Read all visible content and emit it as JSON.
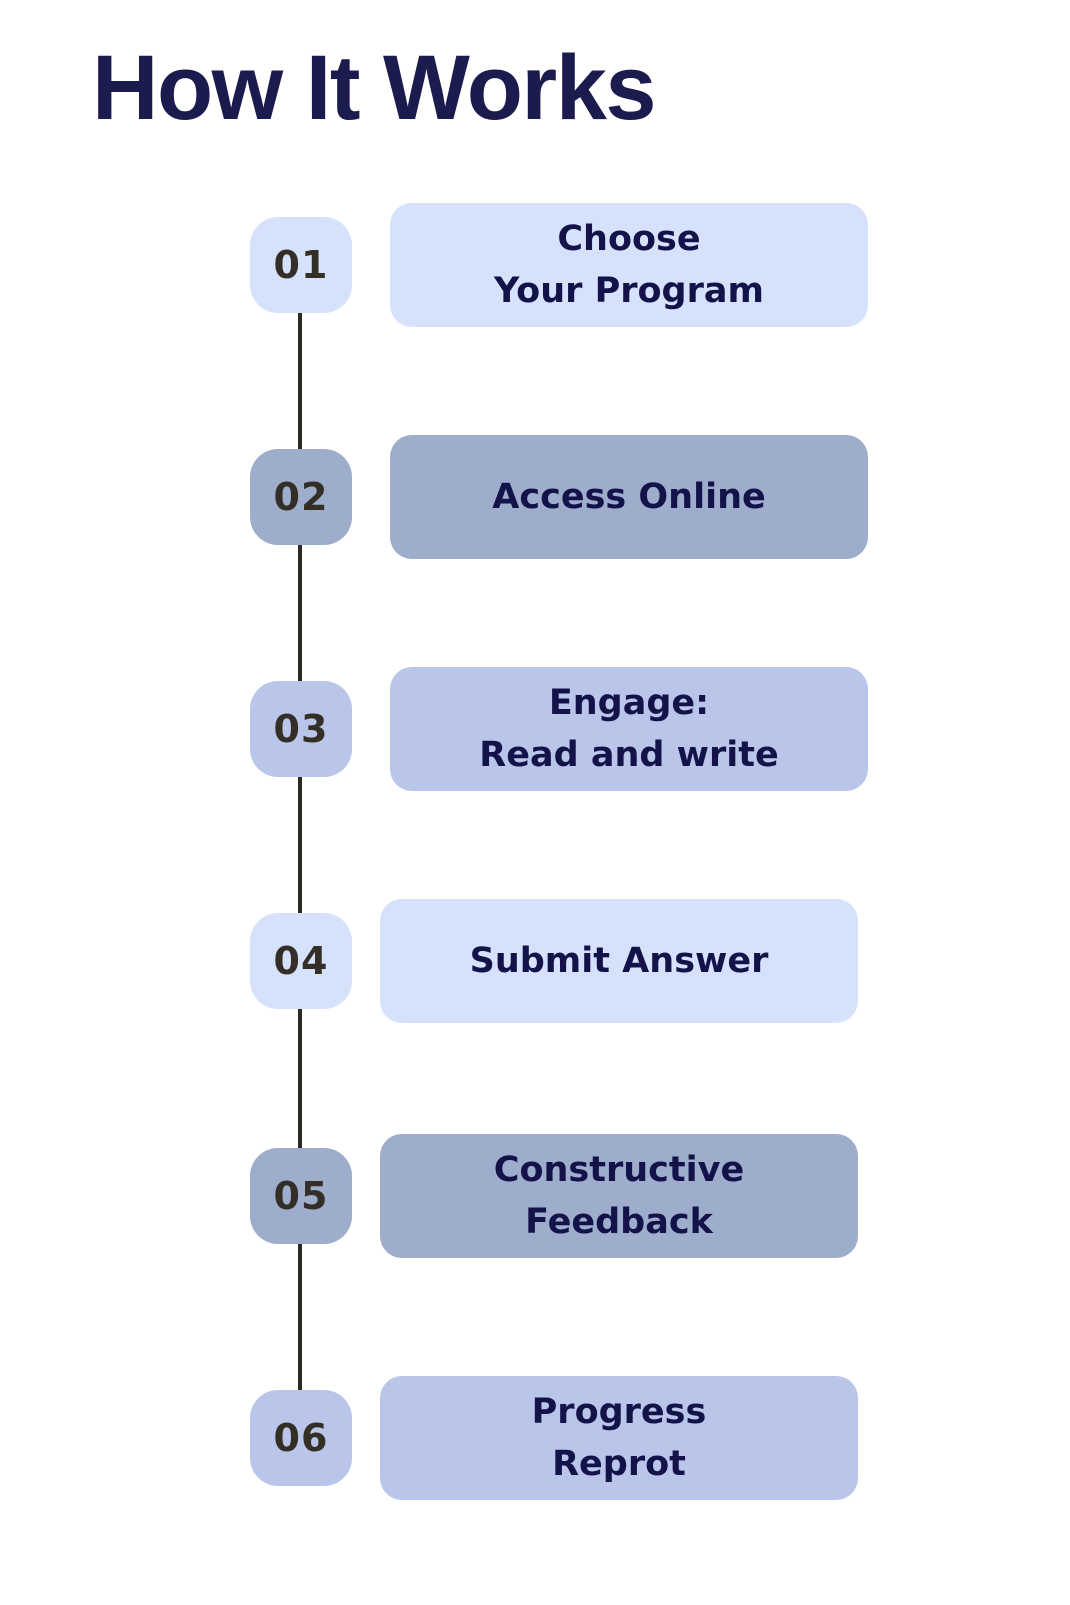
{
  "title": "How It Works",
  "colors": {
    "background": "#ffffff",
    "title_navy": "#1b1b4e",
    "card_text_navy": "#13134a",
    "number_dark": "#332f27",
    "connector_line": "#2c2920",
    "light_blue": "#d6e2fc",
    "slate_blue": "#9dadcb",
    "periwinkle": "#b9c6ea"
  },
  "steps": [
    {
      "number": "01",
      "tone": "light_blue",
      "label_lines": [
        "Choose",
        "Your Program"
      ]
    },
    {
      "number": "02",
      "tone": "slate_blue",
      "label_lines": [
        "Access Online"
      ]
    },
    {
      "number": "03",
      "tone": "periwinkle",
      "label_lines": [
        "Engage:",
        "Read and write"
      ]
    },
    {
      "number": "04",
      "tone": "light_blue",
      "label_lines": [
        "Submit Answer"
      ]
    },
    {
      "number": "05",
      "tone": "slate_blue",
      "label_lines": [
        "Constructive",
        "Feedback"
      ]
    },
    {
      "number": "06",
      "tone": "periwinkle",
      "label_lines": [
        "Progress",
        "Reprot"
      ]
    }
  ]
}
